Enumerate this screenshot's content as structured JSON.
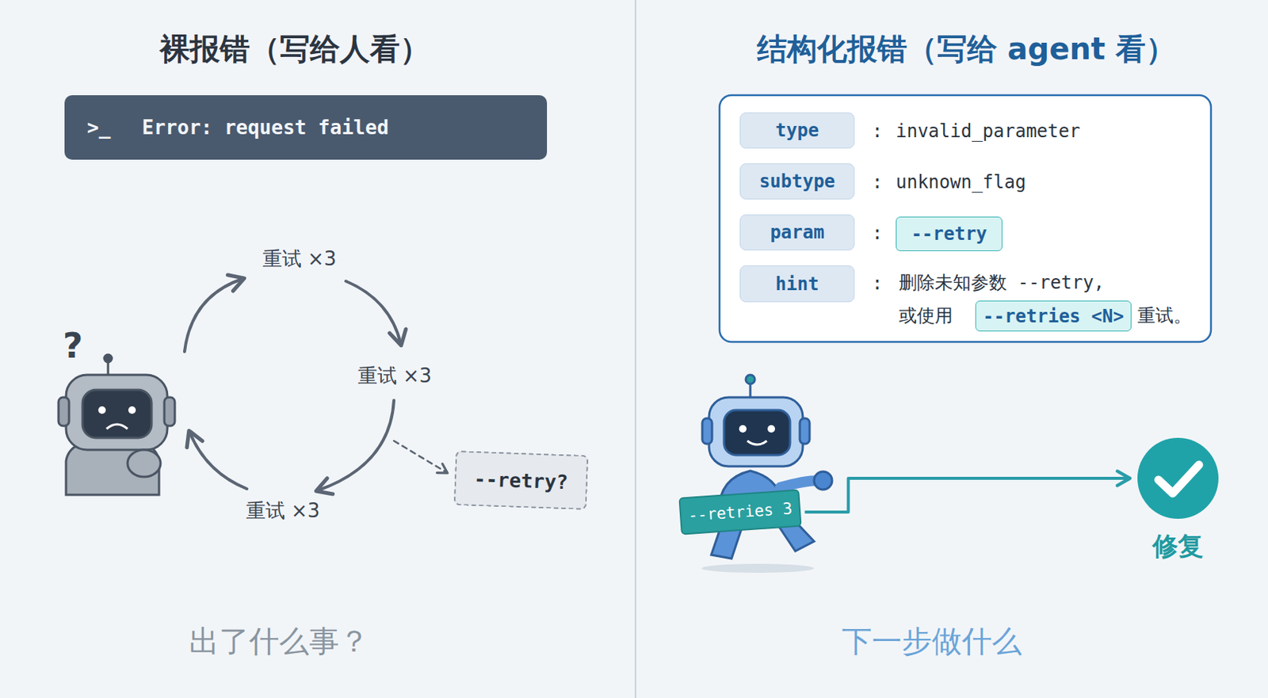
{
  "diagram": {
    "nodes": [
      {
        "text": [
          ">_",
          "Error: request failed"
        ]
      },
      {
        "text": [
          "type"
        ]
      },
      {
        "text": [
          "subtype"
        ]
      },
      {
        "text": [
          "param"
        ]
      },
      {
        "text": [
          "--retry"
        ]
      },
      {
        "text": [
          "hint"
        ]
      },
      {
        "text": [
          "--retries <N>"
        ]
      },
      {
        "text": [
          "--retry?"
        ]
      },
      {
        "text": [
          "--retries 3"
        ]
      },
      {
        "text": [
          "修复"
        ]
      }
    ],
    "edges": [
      {
        "from": 8,
        "to": 9,
        "arrow": "to"
      }
    ],
    "labels": [
      "裸报错（写给人看）",
      "结构化报错（写给 agent 看）",
      "?",
      "重试 ×3",
      "重试 ×3",
      "重试 ×3",
      "出了什么事？",
      ":",
      "invalid_parameter",
      ":",
      "unknown_flag",
      ":",
      ":",
      "删除未知参数 --retry,",
      "或使用",
      "重试。",
      "下一步做什么"
    ]
  }
}
